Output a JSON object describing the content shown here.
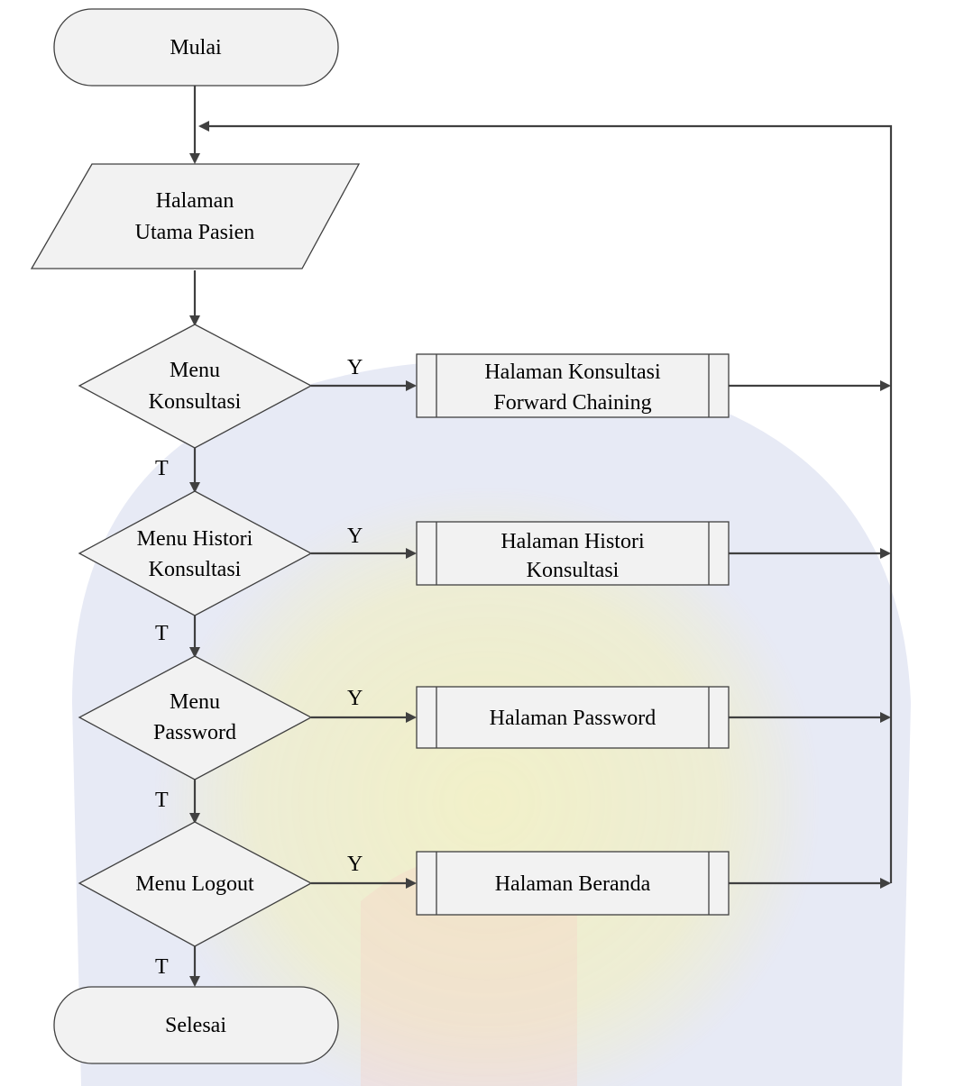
{
  "nodes": {
    "start": "Mulai",
    "home_line1": "Halaman",
    "home_line2": "Utama Pasien",
    "d1_line1": "Menu",
    "d1_line2": "Konsultasi",
    "d2_line1": "Menu Histori",
    "d2_line2": "Konsultasi",
    "d3_line1": "Menu",
    "d3_line2": "Password",
    "d4_line1": "Menu Logout",
    "p1_line1": "Halaman Konsultasi",
    "p1_line2": "Forward Chaining",
    "p2_line1": "Halaman Histori",
    "p2_line2": "Konsultasi",
    "p3_line1": "Halaman Password",
    "p4_line1": "Halaman Beranda",
    "end": "Selesai"
  },
  "edge_labels": {
    "yes": "Y",
    "no": "T"
  },
  "colors": {
    "shape_fill": "#f2f2f2",
    "stroke": "#404040",
    "watermark_blue": "#2b3f99",
    "watermark_yellow": "#f3ea2c"
  }
}
